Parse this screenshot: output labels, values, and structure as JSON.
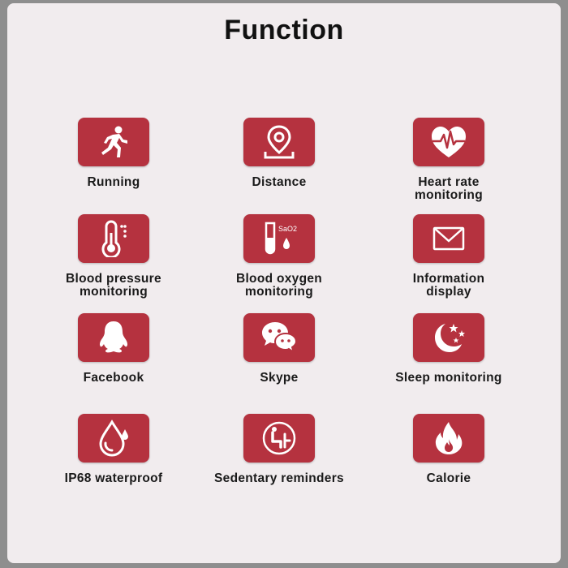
{
  "header": {
    "title": "Function"
  },
  "accent_color": "#b5323f",
  "features": [
    {
      "label_lines": [
        "Running"
      ],
      "icon": "running-icon"
    },
    {
      "label_lines": [
        "Distance"
      ],
      "icon": "location-pin-icon"
    },
    {
      "label_lines": [
        "Heart rate",
        "monitoring"
      ],
      "icon": "heart-pulse-icon"
    },
    {
      "label_lines": [
        "Blood pressure",
        "monitoring"
      ],
      "icon": "thermometer-icon"
    },
    {
      "label_lines": [
        "Blood oxygen",
        "monitoring"
      ],
      "icon": "test-tube-icon",
      "icon_text": "SaO2"
    },
    {
      "label_lines": [
        "Information",
        "display"
      ],
      "icon": "envelope-icon"
    },
    {
      "label_lines": [
        "Facebook"
      ],
      "icon": "penguin-icon"
    },
    {
      "label_lines": [
        "Skype"
      ],
      "icon": "chat-bubbles-icon"
    },
    {
      "label_lines": [
        "Sleep monitoring"
      ],
      "icon": "moon-stars-icon"
    },
    {
      "label_lines": [
        "IP68 waterproof"
      ],
      "icon": "water-drop-icon"
    },
    {
      "label_lines": [
        "Sedentary reminders"
      ],
      "icon": "sitting-person-icon"
    },
    {
      "label_lines": [
        "Calorie"
      ],
      "icon": "flame-icon"
    }
  ]
}
